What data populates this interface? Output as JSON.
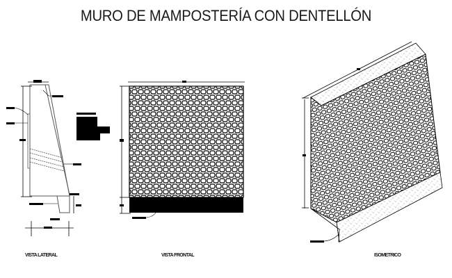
{
  "title": "MURO DE MAMPOSTERÍA CON DENTELLÓN",
  "views": [
    {
      "id": "lateral",
      "caption": "VISTA LATERAL"
    },
    {
      "id": "frontal",
      "caption": "VISTA FRONTAL"
    },
    {
      "id": "isometric",
      "caption": "ISOMETRICO"
    }
  ],
  "colors": {
    "line": "#000000",
    "background": "#ffffff",
    "title": "#1a1a1a"
  }
}
